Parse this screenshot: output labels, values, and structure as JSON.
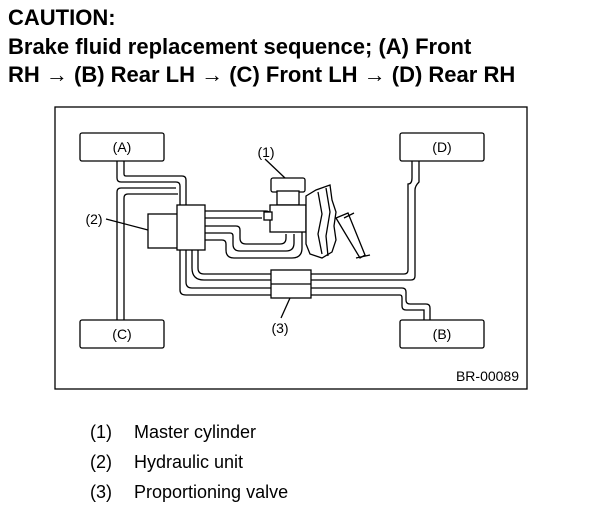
{
  "caution": {
    "title": "CAUTION:",
    "line1": "Brake fluid replacement sequence; (A) Front",
    "line2": "RH → (B) Rear LH → (C) Front LH → (D) Rear RH"
  },
  "diagram": {
    "wheels": {
      "a": "(A)",
      "b": "(B)",
      "c": "(C)",
      "d": "(D)"
    },
    "callouts": {
      "c1": "(1)",
      "c2": "(2)",
      "c3": "(3)"
    },
    "figure_code": "BR-00089"
  },
  "legend": [
    {
      "num": "(1)",
      "label": "Master cylinder"
    },
    {
      "num": "(2)",
      "label": "Hydraulic unit"
    },
    {
      "num": "(3)",
      "label": "Proportioning valve"
    }
  ]
}
